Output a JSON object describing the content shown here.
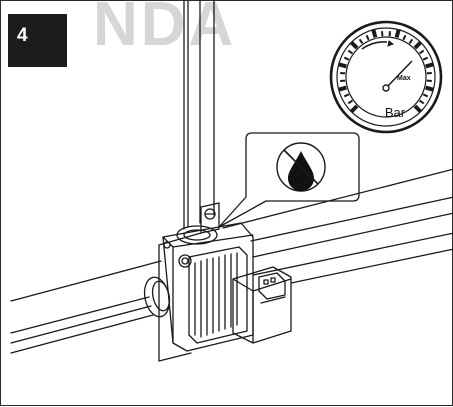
{
  "figure": {
    "watermark_text": "NDA",
    "step_number": "4",
    "pressure_gauge": {
      "max_label": "Max",
      "unit_label": "Bar",
      "icon": "pressure-gauge-icon"
    },
    "callout_icon": "oil-drop-prohibited-icon",
    "colors": {
      "line": "#1a1a1a",
      "badge": "#1c1c1c",
      "watermark": "#d6d6d6",
      "background": "#ffffff"
    }
  }
}
